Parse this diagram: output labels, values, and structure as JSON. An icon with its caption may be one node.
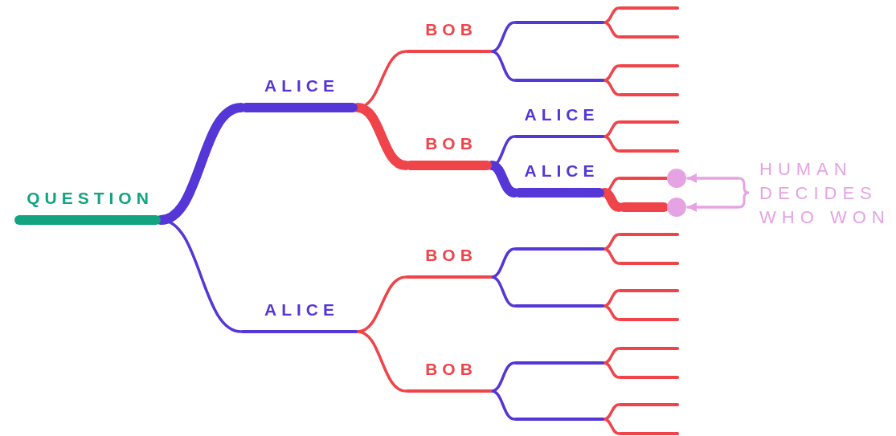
{
  "diagram": {
    "nodes": [
      {
        "text": [
          "QUESTION"
        ]
      },
      {
        "text": [
          "ALICE"
        ]
      },
      {
        "text": [
          "ALICE"
        ]
      },
      {
        "text": [
          "BOB"
        ]
      },
      {
        "text": [
          "BOB"
        ]
      },
      {
        "text": [
          "BOB"
        ]
      },
      {
        "text": [
          "BOB"
        ]
      },
      {
        "text": [],
        "shape": "bar"
      },
      {
        "text": [],
        "shape": "bar"
      },
      {
        "text": [
          "ALICE"
        ]
      },
      {
        "text": [
          "ALICE"
        ]
      },
      {
        "text": [],
        "shape": "bar"
      },
      {
        "text": [],
        "shape": "bar"
      },
      {
        "text": [],
        "shape": "bar"
      },
      {
        "text": [],
        "shape": "bar"
      },
      {
        "text": [],
        "shape": "bar"
      },
      {
        "text": [],
        "shape": "bar"
      },
      {
        "text": [],
        "shape": "bar"
      },
      {
        "text": [],
        "shape": "bar"
      },
      {
        "text": [],
        "shape": "bar"
      },
      {
        "text": [],
        "shape": "bar"
      },
      {
        "text": [],
        "shape": "bar"
      },
      {
        "text": [],
        "shape": "bar"
      },
      {
        "text": [],
        "shape": "bar"
      },
      {
        "text": [],
        "shape": "bar"
      },
      {
        "text": [],
        "shape": "bar"
      },
      {
        "text": [],
        "shape": "bar"
      },
      {
        "text": [],
        "shape": "bar"
      },
      {
        "text": [],
        "shape": "bar"
      },
      {
        "text": [],
        "shape": "bar"
      },
      {
        "text": [],
        "shape": "bar"
      },
      {
        "text": [],
        "shape": "circle"
      },
      {
        "text": [],
        "shape": "circle"
      },
      {
        "text": [
          "HUMAN DECIDES WHO WON"
        ]
      }
    ],
    "edges": [
      {
        "from": 0,
        "to": 1,
        "arrow": "none",
        "style": "thick",
        "color": "#5536d6"
      },
      {
        "from": 0,
        "to": 2,
        "arrow": "none",
        "color": "#5536d6"
      },
      {
        "from": 1,
        "to": 3,
        "arrow": "none"
      },
      {
        "from": 1,
        "to": 4,
        "arrow": "none",
        "style": "thick"
      },
      {
        "from": 2,
        "to": 5,
        "arrow": "none"
      },
      {
        "from": 2,
        "to": 6,
        "arrow": "none"
      },
      {
        "from": 3,
        "to": 7,
        "arrow": "none",
        "color": "#5536d6"
      },
      {
        "from": 3,
        "to": 8,
        "arrow": "none",
        "color": "#5536d6"
      },
      {
        "from": 4,
        "to": 9,
        "arrow": "none",
        "color": "#5536d6"
      },
      {
        "from": 4,
        "to": 10,
        "arrow": "none",
        "style": "thick",
        "color": "#5536d6"
      },
      {
        "from": 5,
        "to": 11,
        "arrow": "none",
        "color": "#5536d6"
      },
      {
        "from": 5,
        "to": 12,
        "arrow": "none",
        "color": "#5536d6"
      },
      {
        "from": 6,
        "to": 13,
        "arrow": "none",
        "color": "#5536d6"
      },
      {
        "from": 6,
        "to": 14,
        "arrow": "none",
        "color": "#5536d6"
      },
      {
        "from": 7,
        "to": 15,
        "arrow": "none"
      },
      {
        "from": 7,
        "to": 16,
        "arrow": "none"
      },
      {
        "from": 8,
        "to": 17,
        "arrow": "none"
      },
      {
        "from": 8,
        "to": 18,
        "arrow": "none"
      },
      {
        "from": 9,
        "to": 19,
        "arrow": "none"
      },
      {
        "from": 9,
        "to": 20,
        "arrow": "none"
      },
      {
        "from": 10,
        "to": 21,
        "arrow": "none"
      },
      {
        "from": 10,
        "to": 22,
        "arrow": "none",
        "style": "thick"
      },
      {
        "from": 11,
        "to": 23,
        "arrow": "none"
      },
      {
        "from": 11,
        "to": 24,
        "arrow": "none"
      },
      {
        "from": 12,
        "to": 25,
        "arrow": "none"
      },
      {
        "from": 12,
        "to": 26,
        "arrow": "none"
      },
      {
        "from": 13,
        "to": 27,
        "arrow": "none"
      },
      {
        "from": 13,
        "to": 28,
        "arrow": "none"
      },
      {
        "from": 14,
        "to": 29,
        "arrow": "none"
      },
      {
        "from": 14,
        "to": 30,
        "arrow": "none"
      },
      {
        "from": 33,
        "to": 31,
        "arrow": "to",
        "color": "#e6a3e3"
      },
      {
        "from": 33,
        "to": 32,
        "arrow": "to",
        "color": "#e6a3e3"
      }
    ]
  }
}
